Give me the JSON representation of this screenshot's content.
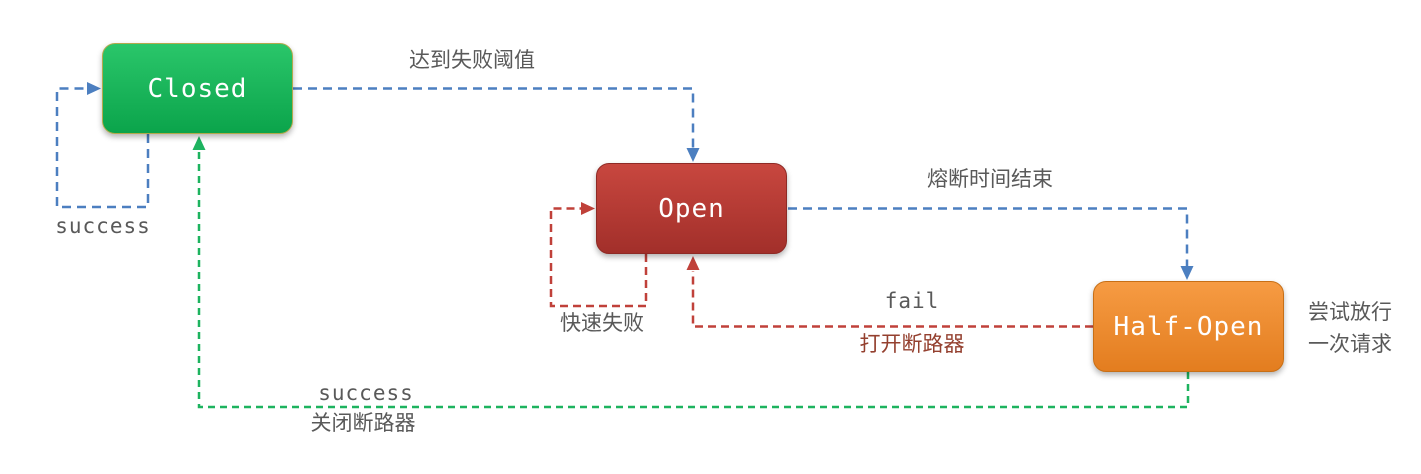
{
  "diagram": {
    "title": "circuit-breaker-state-diagram",
    "states": {
      "closed": {
        "label": "Closed"
      },
      "open": {
        "label": "Open"
      },
      "half_open": {
        "label": "Half-Open"
      }
    },
    "edges": {
      "closed_self_loop": {
        "label": "success",
        "color_role": "blue",
        "from": "closed",
        "to": "closed"
      },
      "closed_to_open": {
        "label": "达到失败阈值",
        "color_role": "blue",
        "from": "closed",
        "to": "open"
      },
      "open_self_loop": {
        "label": "快速失败",
        "color_role": "red",
        "from": "open",
        "to": "open"
      },
      "open_to_half_open": {
        "label": "熔断时间结束",
        "color_role": "blue",
        "from": "open",
        "to": "half_open"
      },
      "half_open_to_open": {
        "label_line1": "fail",
        "label_line2": "打开断路器",
        "color_role": "red",
        "from": "half_open",
        "to": "open"
      },
      "half_open_to_closed": {
        "label_line1": "success",
        "label_line2": "关闭断路器",
        "color_role": "green",
        "from": "half_open",
        "to": "closed"
      }
    },
    "note": {
      "line1": "尝试放行",
      "line2": "一次请求"
    },
    "colors": {
      "blue": "#4c7fc0",
      "red": "#c0413a",
      "green": "#1db35f",
      "label_gray": "#595959",
      "open_breaker_label": "#94402f",
      "closed_fill_top": "#2ac66a",
      "closed_fill_bottom": "#0ba44b",
      "closed_border": "#b2a94c",
      "open_fill_top": "#c8473f",
      "open_fill_bottom": "#a22f2a",
      "open_border": "#8e2a25",
      "half_fill_top": "#f69b43",
      "half_fill_bottom": "#e37d1f",
      "half_border": "#c76f16"
    }
  }
}
